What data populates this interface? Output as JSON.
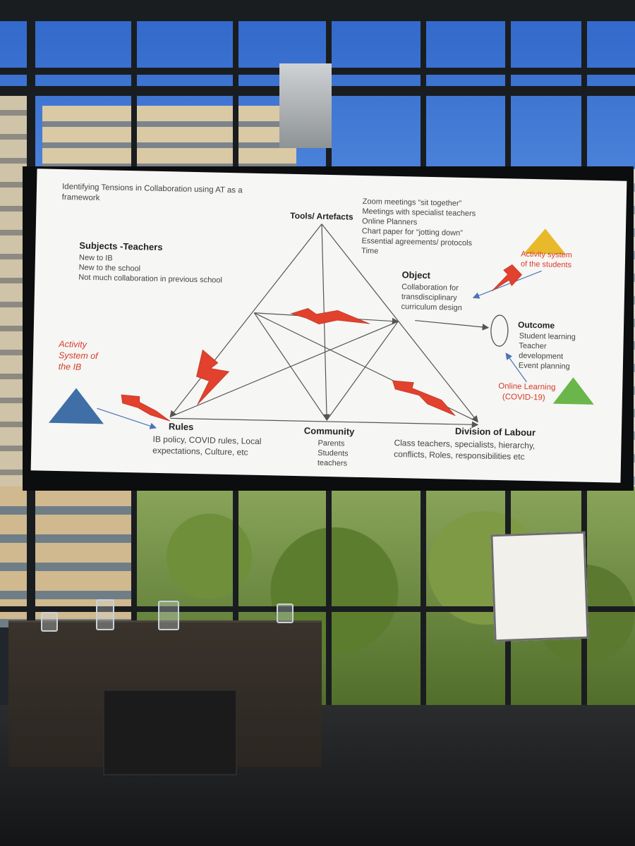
{
  "slide": {
    "title": "Identifying Tensions in Collaboration using AT as a framework",
    "tools": {
      "heading": "Tools/ Artefacts",
      "items": [
        "Zoom meetings “sit together”",
        "Meetings with specialist teachers",
        "Online Planners",
        "Chart paper for “jotting down”",
        "Essential agreements/ protocols",
        "Time"
      ]
    },
    "subjects": {
      "heading": "Subjects  -Teachers",
      "items": [
        "New to IB",
        "New to the school",
        "Not much collaboration in previous school"
      ]
    },
    "object": {
      "heading": "Object",
      "items": [
        "Collaboration for",
        "transdisciplinary",
        "curriculum design"
      ]
    },
    "outcome": {
      "heading": "Outcome",
      "items": [
        "Student learning",
        "Teacher",
        "development",
        "Event planning"
      ]
    },
    "rules": {
      "heading": "Rules",
      "items": [
        "IB policy,  COVID rules, Local",
        "expectations, Culture, etc"
      ]
    },
    "community": {
      "heading": "Community",
      "items": [
        "Parents",
        "Students",
        "teachers"
      ]
    },
    "division": {
      "heading": "Division of Labour",
      "items": [
        "Class teachers, specialists, hierarchy,",
        "conflicts, Roles, responsibilities etc"
      ]
    },
    "activity_students": {
      "line1": "Activity system",
      "line2": "of the students"
    },
    "activity_ib": {
      "line1": "Activity",
      "line2": "System of",
      "line3": "the IB"
    },
    "online_learning": {
      "line1": "Online Learning",
      "line2": "(COVID-19)"
    },
    "colors": {
      "tension": "#e2412d",
      "triangle_yellow": "#e8b92a",
      "triangle_green": "#6bb64a",
      "triangle_blue": "#3f6fa6",
      "arrow_blue": "#4a73b8"
    }
  }
}
